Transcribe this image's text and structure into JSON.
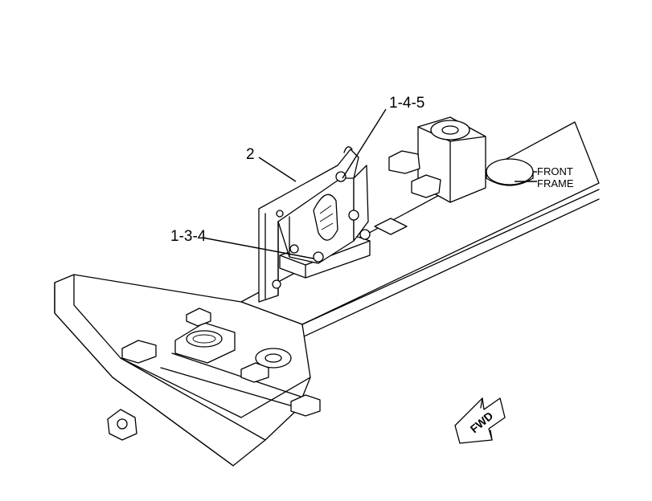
{
  "callouts": {
    "part_2": "2",
    "part_1_4_5": "1-4-5",
    "part_1_3_4": "1-3-4"
  },
  "notes": {
    "front_frame_line1": "FRONT",
    "front_frame_line2": "FRAME"
  },
  "direction_arrow": {
    "label": "FWD"
  }
}
